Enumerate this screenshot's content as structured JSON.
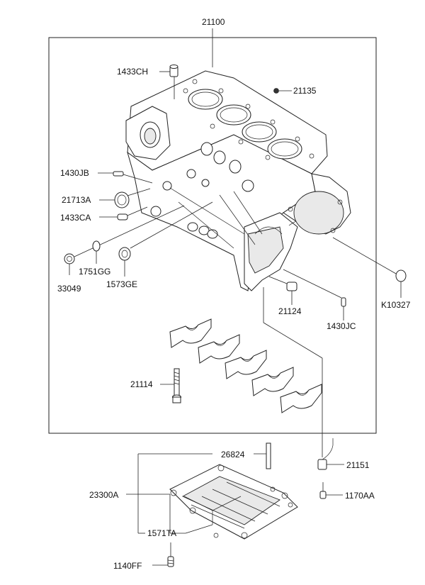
{
  "labels": {
    "l21100": "21100",
    "l1433CH": "1433CH",
    "l21135": "21135",
    "l1430JB": "1430JB",
    "l21713A": "21713A",
    "l1433CA": "1433CA",
    "l33049": "33049",
    "l1751GG": "1751GG",
    "l1573GE": "1573GE",
    "l21124": "21124",
    "l1430JC": "1430JC",
    "lK10327": "K10327",
    "l21114": "21114",
    "l26824": "26824",
    "l21151": "21151",
    "l23300A": "23300A",
    "l1170AA": "1170AA",
    "l1571TA": "1571TA",
    "l1140FF": "1140FF"
  }
}
